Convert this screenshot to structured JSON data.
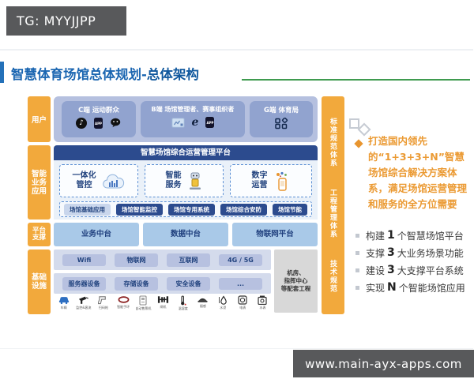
{
  "watermarks": {
    "top": "TG: MYYJJPP",
    "bottom": "www.main-ayx-apps.com"
  },
  "title": {
    "main": "智慧体育场馆总体规划-",
    "highlight": "总体架构"
  },
  "left_rail": {
    "user": "用户",
    "business": "智能\n业务\n应用",
    "platform": "平台\n支撑",
    "infra": "基础\n设施"
  },
  "right_rail": {
    "r1": "标准规范体系",
    "r2": "工程管理体系",
    "r3": "技术规范"
  },
  "users": {
    "c": {
      "label": "C端  运动群众",
      "app_label": "APP"
    },
    "b": {
      "label": "B端  场馆管理者、赛事组织者",
      "app_label": "APP",
      "browser_letter": "e"
    },
    "g": {
      "label": "G端 体育局"
    }
  },
  "platform": {
    "header": "智慧场馆综合运营管理平台",
    "m1": "一体化\n管控",
    "m2": "智能\n服务",
    "m3": "数字\n运营",
    "apps_label": "场馆基础应用",
    "apps": [
      "场馆智能监控",
      "场馆专用系统",
      "场馆综合安防",
      "场馆节能"
    ]
  },
  "middle": {
    "p1": "业务中台",
    "p2": "数据中台",
    "p3": "物联网平台"
  },
  "infra": {
    "network": [
      "Wifi",
      "物联网",
      "互联网",
      "4G / 5G"
    ],
    "hardware": [
      "服务器设备",
      "存储设备",
      "安全设备",
      "..."
    ],
    "room": "机房、\n指挥中心\n等配套工程",
    "devices": [
      {
        "label": "车辆"
      },
      {
        "label": "监控&客流"
      },
      {
        "label": "扫码枪"
      },
      {
        "label": "智能手环"
      },
      {
        "label": "自动售票机"
      },
      {
        "label": "闸机"
      },
      {
        "label": "温湿度"
      },
      {
        "label": "烟感"
      },
      {
        "label": "水浸"
      },
      {
        "label": "电表"
      },
      {
        "label": "水表"
      }
    ]
  },
  "panel": {
    "bullet": "打造国内领先的“1+3+3+N”智慧场馆综合解决方案体系，满足场馆运营管理和服务的全方位需要",
    "items": [
      {
        "pre": "构建",
        "num": "1",
        "post": "个智慧场馆平台"
      },
      {
        "pre": "支撑",
        "num": "3",
        "post": "大业务场景功能"
      },
      {
        "pre": "建设",
        "num": "3",
        "post": "大支撑平台系统"
      },
      {
        "pre": "实现",
        "num": "N",
        "post": "个智能场馆应用"
      }
    ]
  },
  "colors": {
    "accent_blue": "#1b66b1",
    "navy": "#2c4b8e",
    "orange": "#f2a93c",
    "panel_orange": "#e8952f",
    "green_line": "#3f9b4f"
  }
}
